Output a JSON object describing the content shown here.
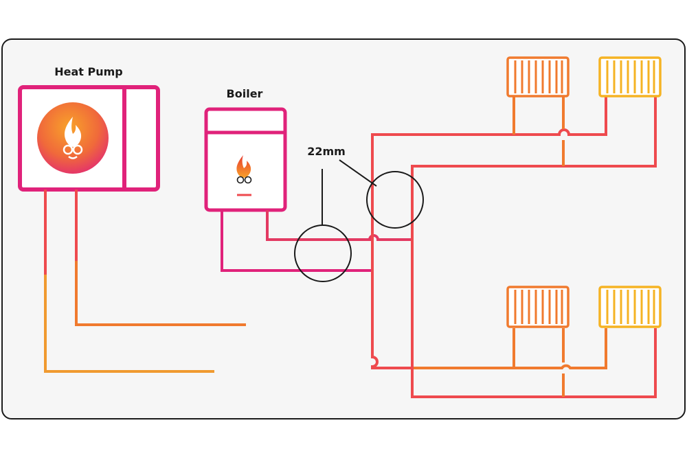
{
  "labels": {
    "heat_pump": "Heat Pump",
    "boiler": "Boiler",
    "pipe_size": "22mm"
  },
  "colors": {
    "background": "#f6f6f6",
    "border": "#1a1a1a",
    "magenta": "#e0227a",
    "red": "#ee4a4e",
    "orange": "#f07a2e",
    "amber": "#f5b323",
    "flame_dark": "#e83a30",
    "flame_light": "#f8a22a"
  },
  "icons": {
    "heat_pump_logo": "flame-face-icon",
    "boiler_logo": "flame-face-icon",
    "radiator": "radiator-icon"
  }
}
